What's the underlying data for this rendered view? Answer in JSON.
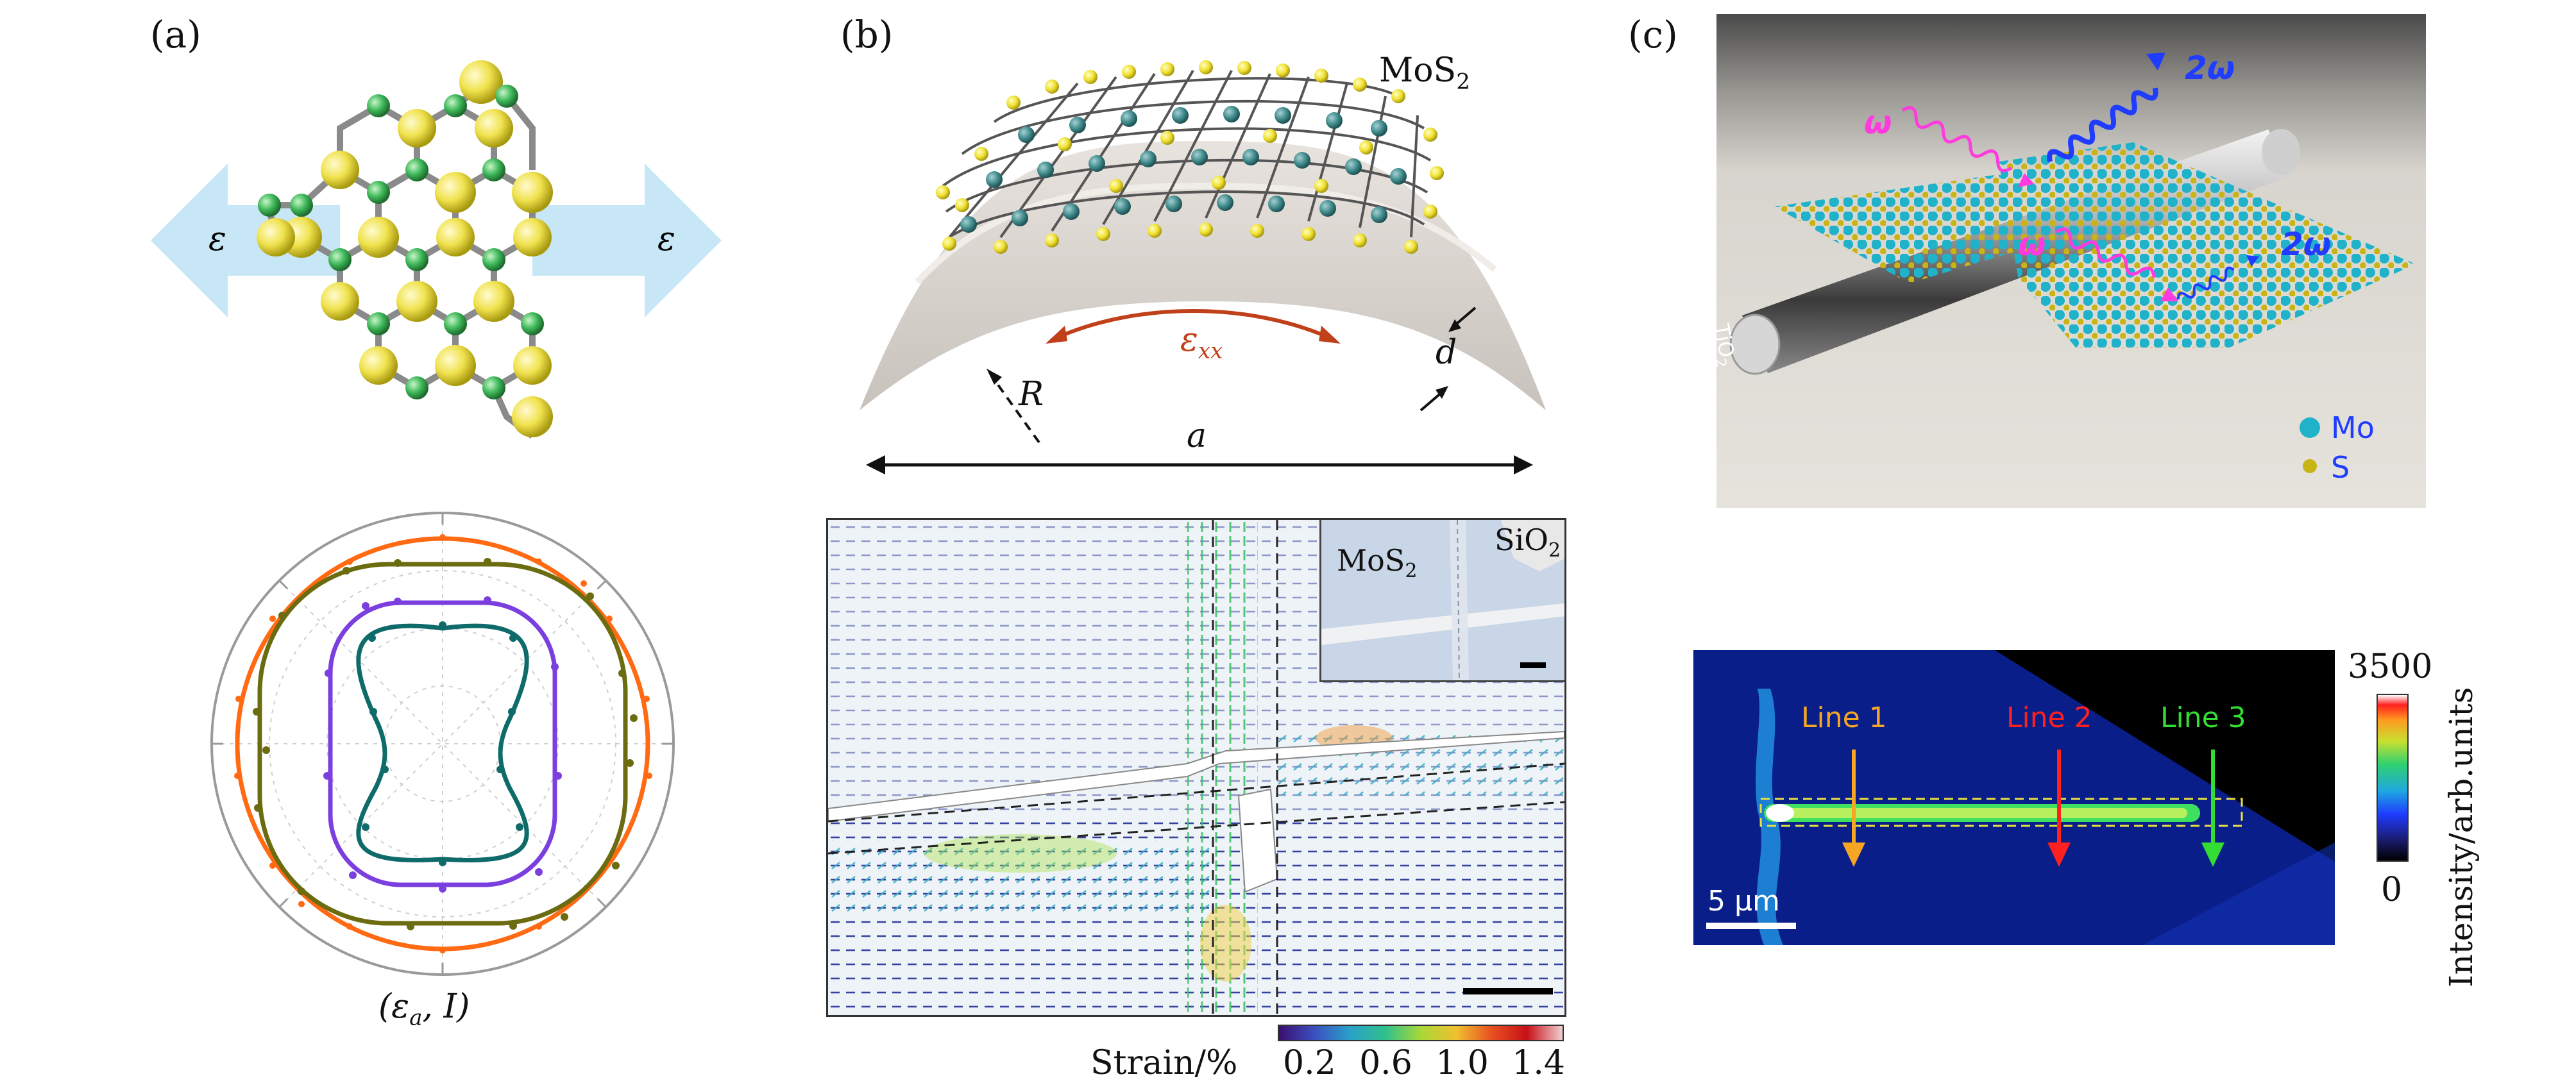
{
  "panels": {
    "a": {
      "label": "(a)",
      "epsilon_left": "ε",
      "epsilon_right": "ε",
      "polar_caption_open": "(ε",
      "polar_caption_sub": "a",
      "polar_caption_rest": ", I)",
      "colors": {
        "arrow": "#bfe3f3",
        "atom_yellow": "#f0e24d",
        "atom_green": "#3fb85a",
        "bond": "#888888"
      },
      "polar_series": [
        {
          "color": "#ff6a13",
          "shape": "circle"
        },
        {
          "color": "#6b6b10",
          "shape": "rounded-square"
        },
        {
          "color": "#7b3fe0",
          "shape": "rounded-square"
        },
        {
          "color": "#0f6a6a",
          "shape": "figure-eight"
        }
      ]
    },
    "b": {
      "label": "(b)",
      "mos2_prefix": "MoS",
      "mos2_sub": "2",
      "strain_label_main": "ε",
      "strain_label_sub": "xx",
      "R_label": "R",
      "d_label": "d",
      "a_label": "a",
      "inset_mos2_prefix": "MoS",
      "inset_mos2_sub": "2",
      "inset_sio2_prefix": "SiO",
      "inset_sio2_sub": "2",
      "colorbar_title": "Strain/%",
      "colorbar_ticks": [
        "0.2",
        "0.6",
        "1.0",
        "1.4"
      ],
      "colors": {
        "substrate": "#d9d4cf",
        "strain_arc": "#c0401a",
        "atom_teal": "#3f8a8c",
        "atom_yellow": "#f0e030"
      }
    },
    "c": {
      "label": "(c)",
      "omega_in_1": "ω",
      "omega_out_1": "2ω",
      "omega_in_2": "ω",
      "omega_out_2": "2ω",
      "tio2_label": "TiO",
      "tio2_sub": "2",
      "legend_mo": "Mo",
      "legend_s": "S",
      "line1": "Line 1",
      "line2": "Line 2",
      "line3": "Line 3",
      "scalebar": "5 μm",
      "colorbar_max": "3500",
      "colorbar_min": "0",
      "colorbar_title": "Intensity/arb.units",
      "colors": {
        "line1": "#f5a623",
        "line2": "#ff2020",
        "line3": "#33dd33",
        "omega_in": "#ff3adf",
        "omega_out": "#1f3cff"
      }
    }
  }
}
